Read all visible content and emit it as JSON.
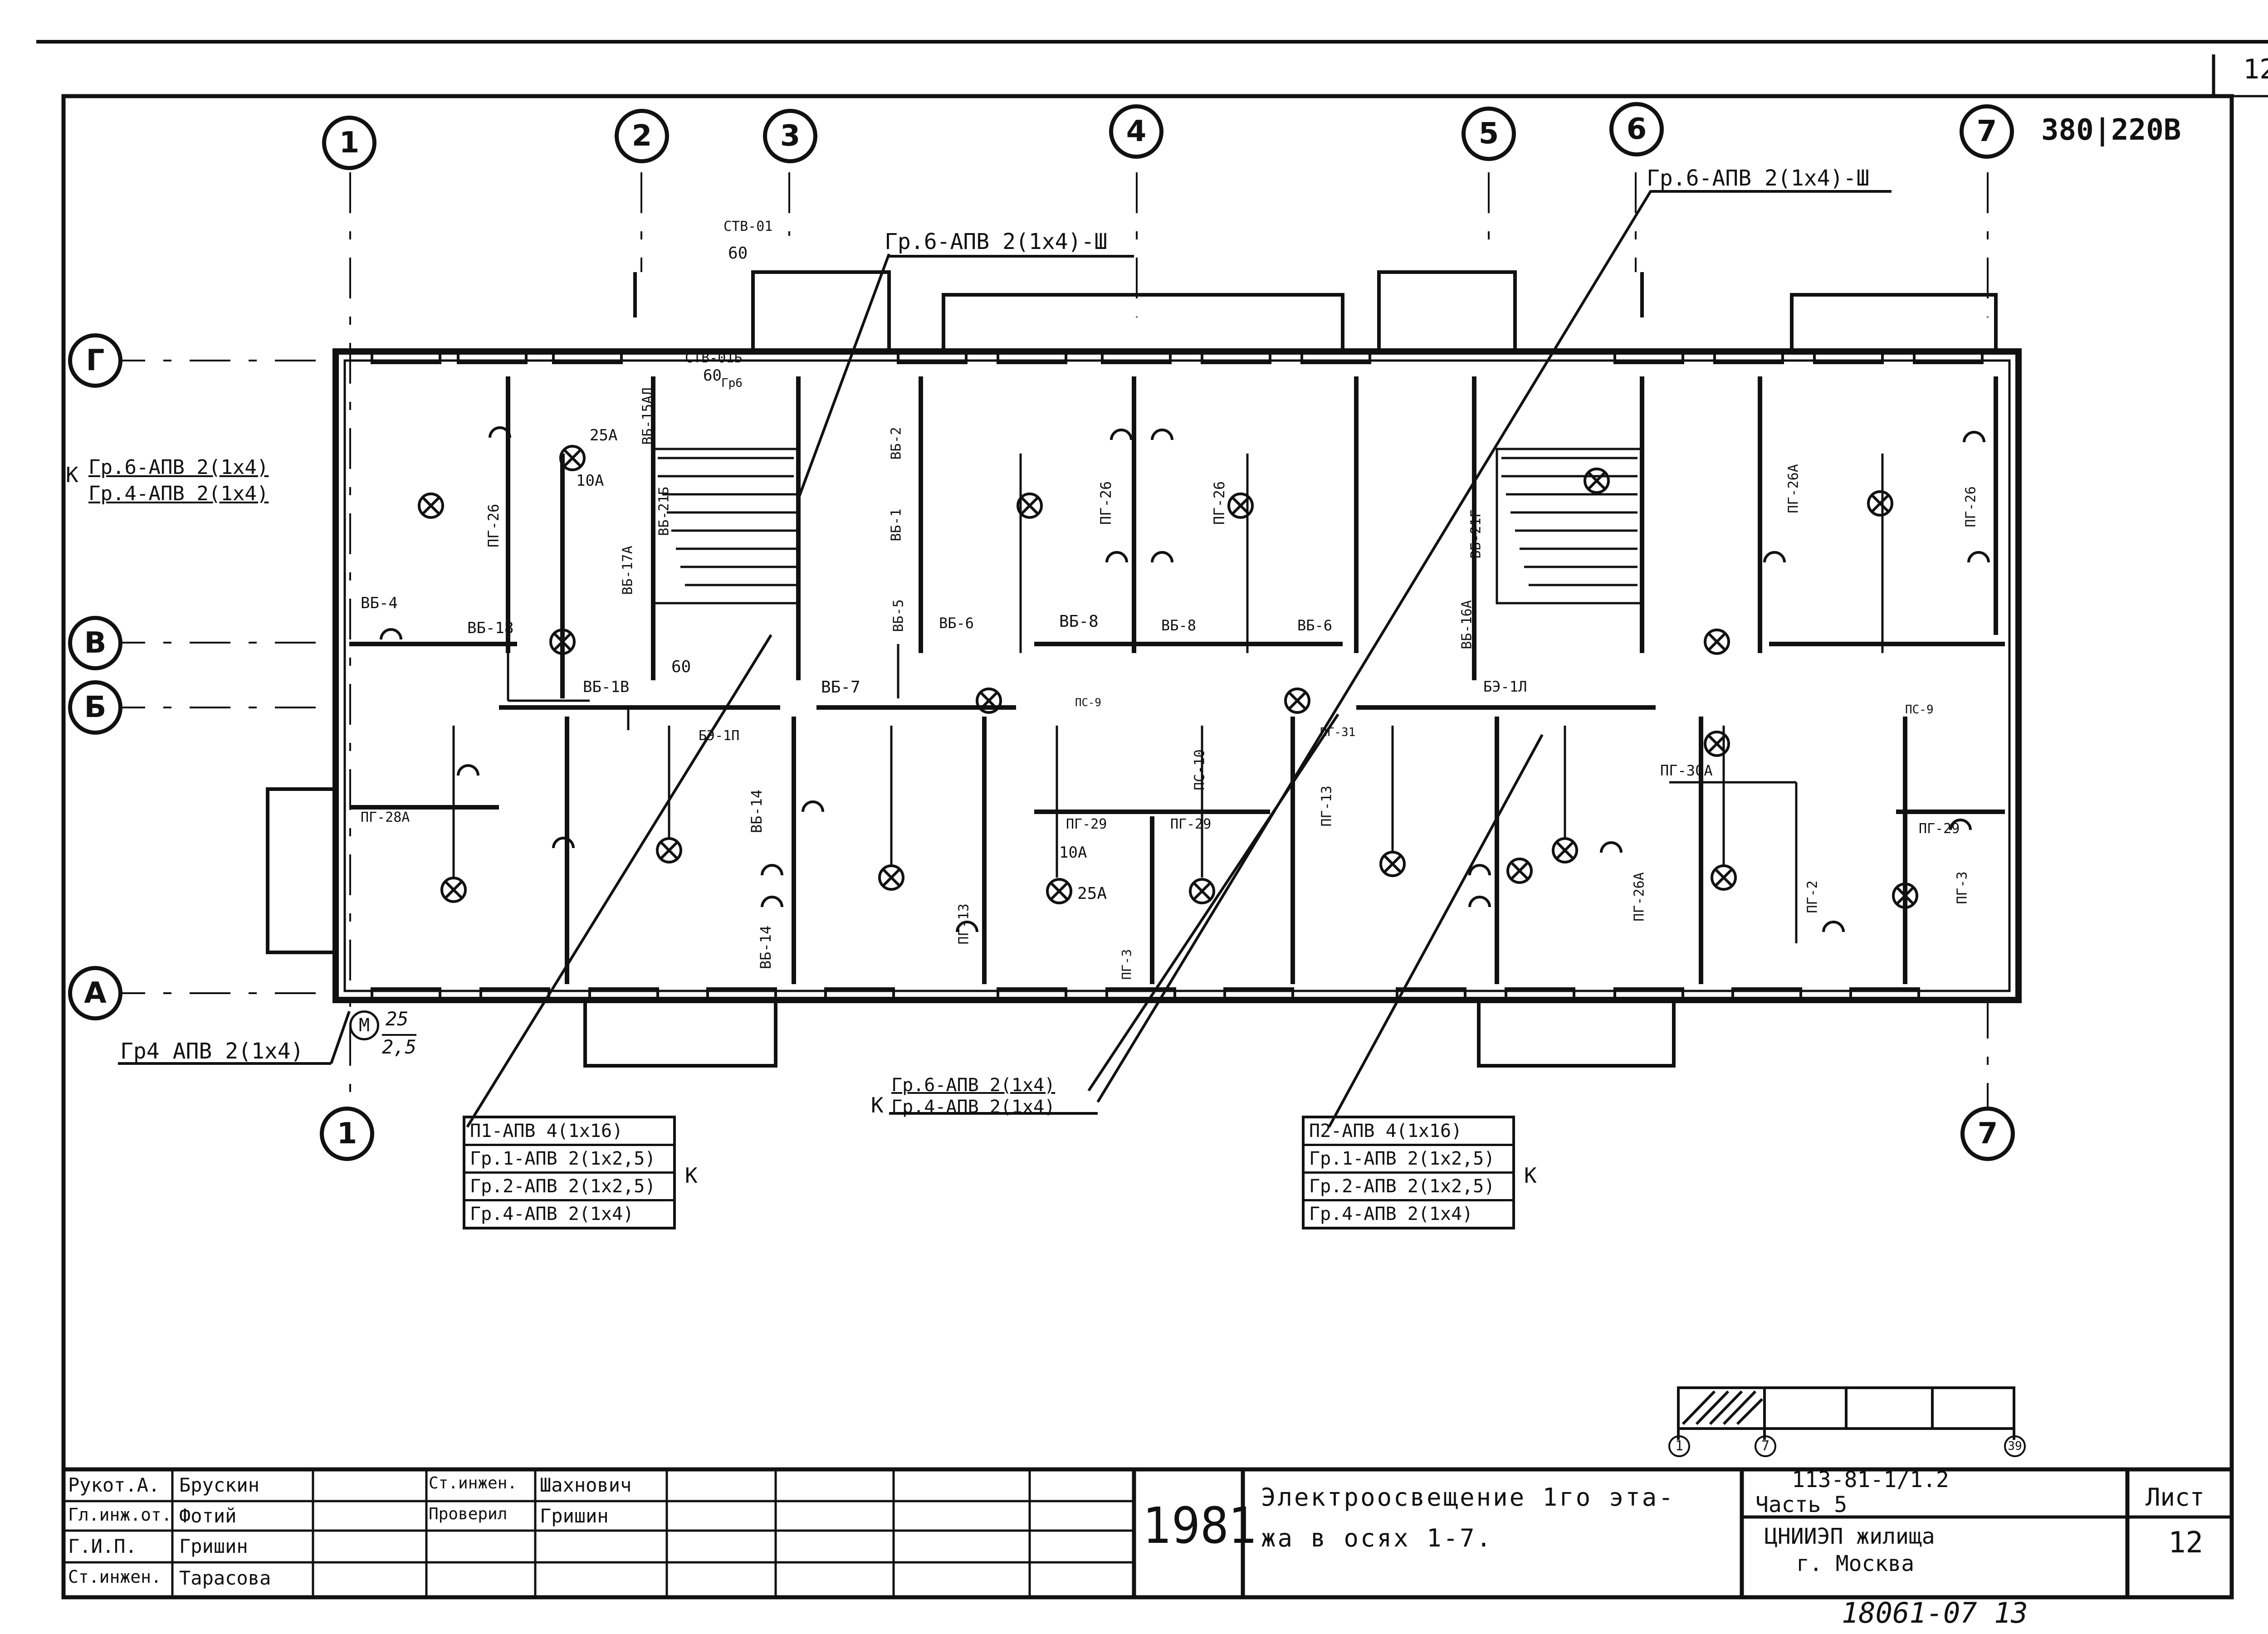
{
  "sheet_number_corner": "12",
  "voltage": "380|220В",
  "axes": {
    "col_1": "1",
    "col_2": "2",
    "col_3": "3",
    "col_4": "4",
    "col_5": "5",
    "col_6": "6",
    "col_7": "7",
    "row_G": "Г",
    "row_V": "В",
    "row_B": "Б",
    "row_A": "А"
  },
  "feeder_labels": {
    "left_group_6": "Гр.6-АПВ 2(1х4)",
    "left_group_4": "Гр.4-АПВ 2(1х4)",
    "left_k": "К",
    "top_left": "Гр.6-АПВ 2(1х4)-Ш",
    "top_right": "Гр.6-АПВ 2(1х4)-Ш",
    "bottom_left": "Гр4 АПВ 2(1х4)",
    "bottom_center_6": "Гр.6-АПВ 2(1х4)",
    "bottom_center_4": "Гр.4-АПВ 2(1х4)",
    "bottom_center_k": "К",
    "meter": "М",
    "meter_frac_top": "25",
    "meter_frac_bottom": "2,5"
  },
  "box_left": {
    "rows": [
      "П1-АПВ 4(1х16)",
      "Гр.1-АПВ 2(1х2,5)",
      "Гр.2-АПВ 2(1х2,5)",
      "Гр.4-АПВ 2(1х4)"
    ],
    "k": "К"
  },
  "box_right": {
    "rows": [
      "П2-АПВ 4(1х16)",
      "Гр.1-АПВ 2(1х2,5)",
      "Гр.2-АПВ 2(1х2,5)",
      "Гр.4-АПВ 2(1х4)"
    ],
    "k": "К"
  },
  "plan_labels": [
    "СТВ-01",
    "60",
    "СТВ-01Б",
    "60",
    "Гр6",
    "ВБ-15АЛ",
    "25А",
    "10А",
    "ПГ-26",
    "ВБ-21Б",
    "ВБ-17А",
    "ВБ-4",
    "ВБ-18",
    "ВБ-1В",
    "60",
    "БЭ-1П",
    "ВБ-7",
    "ВБ-2",
    "ВБ-1",
    "ВБ-5",
    "ВБ-6",
    "ВБ-8",
    "ПГ-26",
    "ПГ-26",
    "ВБ-8",
    "ВБ-6",
    "ПС-9",
    "ПС-10",
    "ПГ-28А",
    "ВБ-14",
    "ВБ-14",
    "ПГ-13",
    "ПГ-29",
    "ПГ-29",
    "10А",
    "25А",
    "ПГ-3",
    "ПГ-13",
    "ПГ-31",
    "БЭ-1Л",
    "ВБ-21Г",
    "ВБ-16А",
    "ПГ-30А",
    "ПГ-26А",
    "ПГ-2",
    "ПГ-3",
    "ПГ-26А",
    "ПГ-26",
    "ПС-9",
    "ПГ-29"
  ],
  "title_block": {
    "roles": [
      "Рукот.А.",
      "Гл.инж.от.",
      "Г.И.П.",
      "Ст.инжен."
    ],
    "names": [
      "Брускин",
      "Фотий",
      "Гришин",
      "Тарасова"
    ],
    "roles2": [
      "Ст.инжен.",
      "Проверил"
    ],
    "names2": [
      "Шахнович",
      "Гришин"
    ],
    "year": "1981",
    "title_line1": "Электроосвещение 1го эта-",
    "title_line2": "жа в осях 1-7.",
    "project_code": "113-81-1/1.2",
    "part": "Часть 5",
    "org_line1": "ЦНИИЭП жилища",
    "org_line2": "г. Москва",
    "sheet_label": "Лист",
    "sheet_value": "12",
    "archive_number": "18061-07 13"
  },
  "scale_bar": {
    "marks": [
      "1",
      "7",
      "39"
    ]
  }
}
